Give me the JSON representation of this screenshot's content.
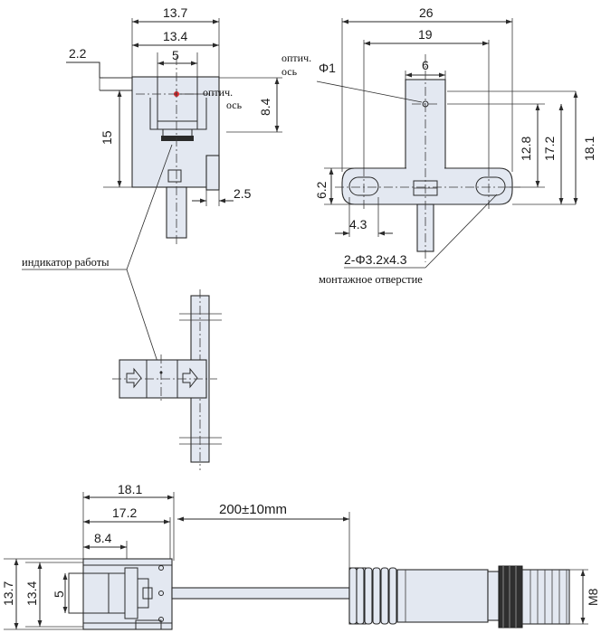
{
  "top_left_view": {
    "dim_width_outer": "13.7",
    "dim_width_inner": "13.4",
    "dim_slot": "5",
    "dim_offset_left": "2.2",
    "dim_height": "15",
    "dim_optical_axis": "8.4",
    "dim_step": "2.5",
    "optical_axis_note": [
      "оптич.",
      "ось"
    ]
  },
  "top_right_view": {
    "dim_overall": "26",
    "dim_hole_spacing": "19",
    "dim_slot": "6",
    "dim_aperture": "Φ1",
    "dim_axis_height": "12.8",
    "dim_mid_height": "17.2",
    "dim_total_height": "18.1",
    "dim_flange": "6.2",
    "dim_hole_offset": "4.3",
    "mounting_hole_spec": "2-Φ3.2x4.3",
    "mounting_hole_note": "монтажное отверстие",
    "optical_axis_note": [
      "оптич.",
      "ось"
    ]
  },
  "indicator_note": "индикатор работы",
  "bottom_view": {
    "dim_length_outer": "18.1",
    "dim_length_inner": "17.2",
    "dim_axis": "8.4",
    "dim_height_outer": "13.7",
    "dim_height_inner": "13.4",
    "dim_slot": "5",
    "cable_length": "200±10mm",
    "connector_thread": "M8"
  },
  "colors": {
    "body": "#e3e8f1",
    "outline": "#2a2a2a",
    "indicator": "#e0262b"
  }
}
